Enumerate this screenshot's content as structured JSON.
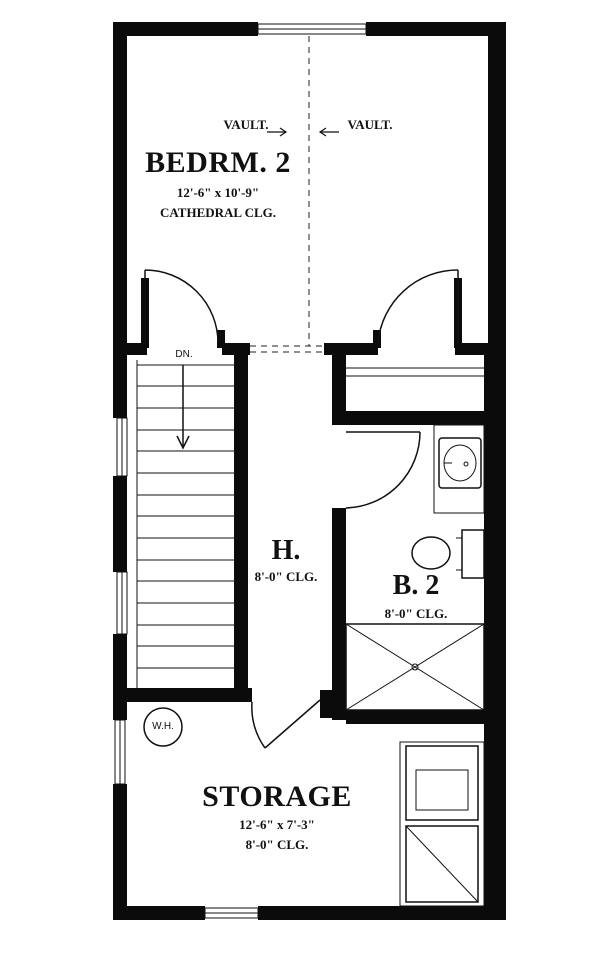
{
  "rooms": {
    "bedroom": {
      "name": "BEDRM. 2",
      "dims": "12'-6\" x 10'-9\"",
      "ceiling": "CATHEDRAL CLG."
    },
    "hall": {
      "name": "H.",
      "ceiling": "8'-0\" CLG."
    },
    "bath": {
      "name": "B. 2",
      "ceiling": "8'-0\" CLG."
    },
    "storage": {
      "name": "STORAGE",
      "dims": "12'-6\" x 7'-3\"",
      "ceiling": "8'-0\" CLG."
    }
  },
  "annotations": {
    "vault_left": "VAULT.",
    "vault_right": "VAULT.",
    "stairs": "DN.",
    "water_heater": "W.H."
  }
}
